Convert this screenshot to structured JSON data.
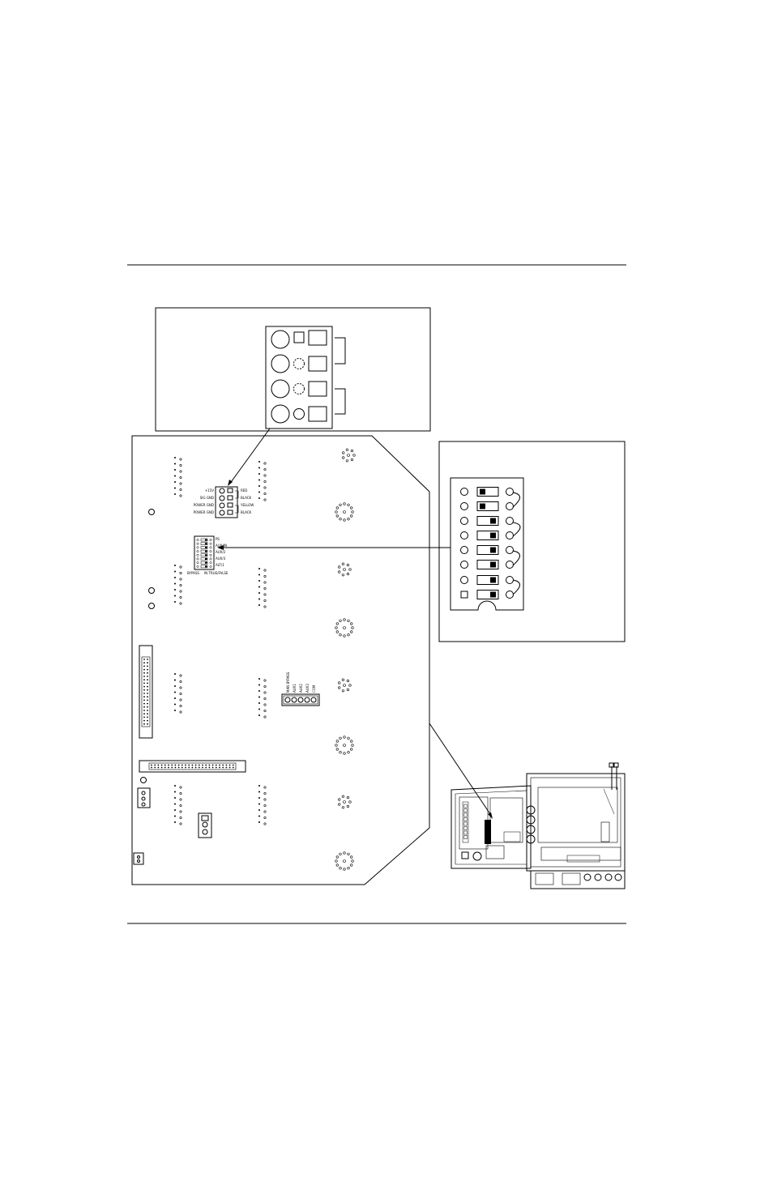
{
  "power_connector": {
    "labels": [
      "+15V",
      "SIG GND",
      "POWER GND",
      "POWER GND"
    ],
    "wire_labels": [
      "RED",
      "BLACK",
      "YELLOW",
      "BLACK"
    ]
  },
  "switch_block": {
    "labels": [
      "PS",
      "AUX/IN",
      "AUX/2",
      "AUX/3",
      "ALT/1"
    ],
    "footer_left": "BYPASS",
    "footer_right": "IN TRUE/FALSE"
  },
  "terminal_block": {
    "labels": [
      "MAN BYPASS",
      "AUX1",
      "AUX2",
      "AUX3",
      "COM"
    ]
  }
}
